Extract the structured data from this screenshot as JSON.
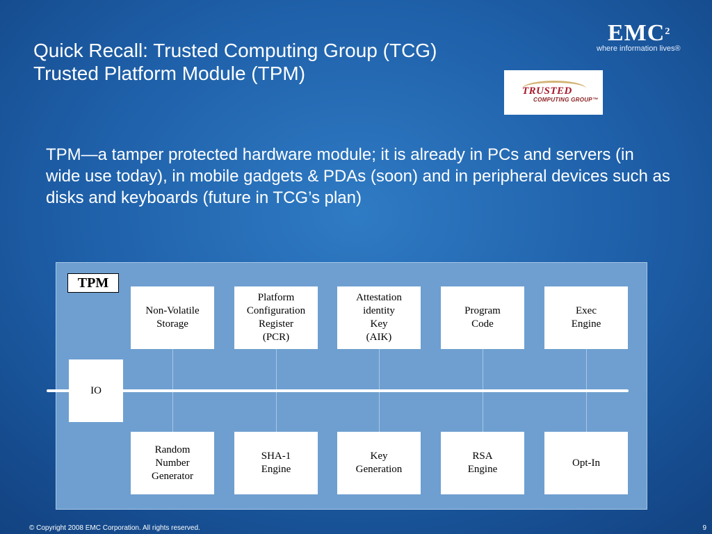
{
  "title": {
    "line1": "Quick Recall: Trusted Computing Group (TCG)",
    "line2": "Trusted Platform Module (TPM)"
  },
  "emc_logo": {
    "word": "EMC",
    "sup": "2",
    "tagline": "where information lives®"
  },
  "tcg_logo": {
    "line1": "TRUSTED",
    "line2": "COMPUTING GROUP™"
  },
  "body_text": "TPM—a tamper protected hardware module; it is already in PCs and servers (in wide use today), in mobile gadgets & PDAs (soon) and in peripheral devices such as disks and keyboards (future in TCG’s plan)",
  "diagram": {
    "tpm_label": "TPM",
    "io_label": "IO",
    "top_boxes": [
      "Non-Volatile\nStorage",
      "Platform\nConfiguration\nRegister\n(PCR)",
      "Attestation\nidentity\nKey\n(AIK)",
      "Program\nCode",
      "Exec\nEngine"
    ],
    "bottom_boxes": [
      "Random\nNumber\nGenerator",
      "SHA-1\nEngine",
      "Key\nGeneration",
      "RSA\nEngine",
      "Opt-In"
    ]
  },
  "footer": {
    "copyright": "© Copyright 2008 EMC Corporation. All rights reserved.",
    "page_number": "9"
  },
  "colors": {
    "background": "#1e5fa8",
    "panel": "#6e9fd0",
    "tcg_red": "#a8182a"
  }
}
